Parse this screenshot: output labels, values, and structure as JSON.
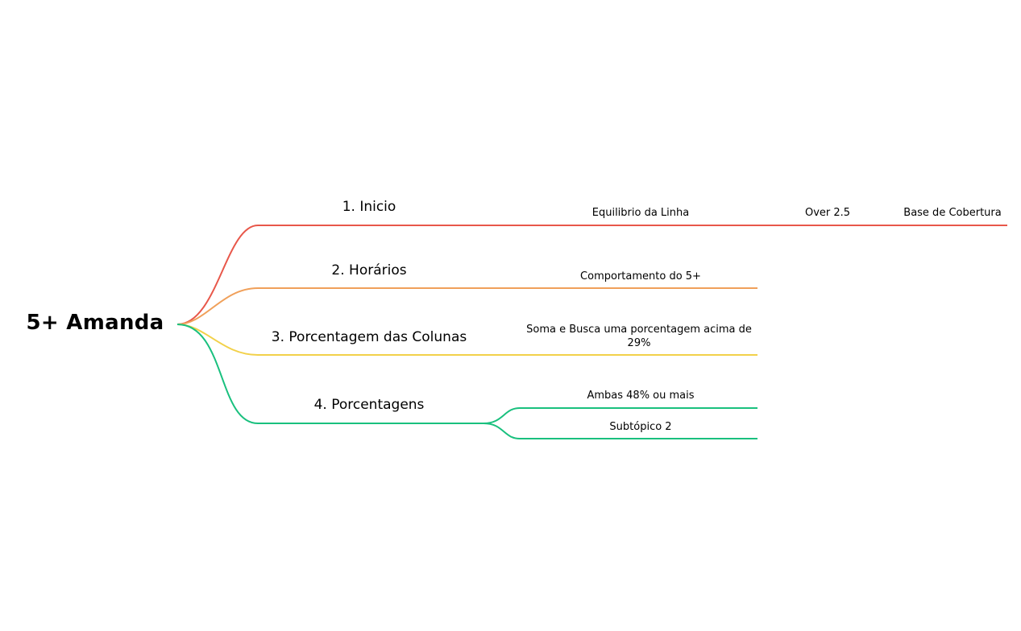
{
  "root": {
    "label": "5+ Amanda"
  },
  "colors": {
    "branch1": "#e8574a",
    "branch2": "#f0a05a",
    "branch3": "#f2d14a",
    "branch4": "#19c07e"
  },
  "branches": [
    {
      "label": "1. Inicio",
      "color": "#e8574a",
      "children": [
        {
          "label": "Equilibrio da Linha",
          "children": [
            {
              "label": "Over 2.5",
              "children": [
                {
                  "label": "Base de Cobertura"
                }
              ]
            }
          ]
        }
      ]
    },
    {
      "label": "2. Horários",
      "color": "#f0a05a",
      "children": [
        {
          "label": "Comportamento do 5+"
        }
      ]
    },
    {
      "label": "3. Porcentagem das Colunas",
      "color": "#f2d14a",
      "children": [
        {
          "label": "Soma e Busca uma porcentagem acima de 29%"
        }
      ]
    },
    {
      "label": "4. Porcentagens",
      "color": "#19c07e",
      "children": [
        {
          "label": "Ambas 48% ou mais"
        },
        {
          "label": "Subtópico 2"
        }
      ]
    }
  ]
}
